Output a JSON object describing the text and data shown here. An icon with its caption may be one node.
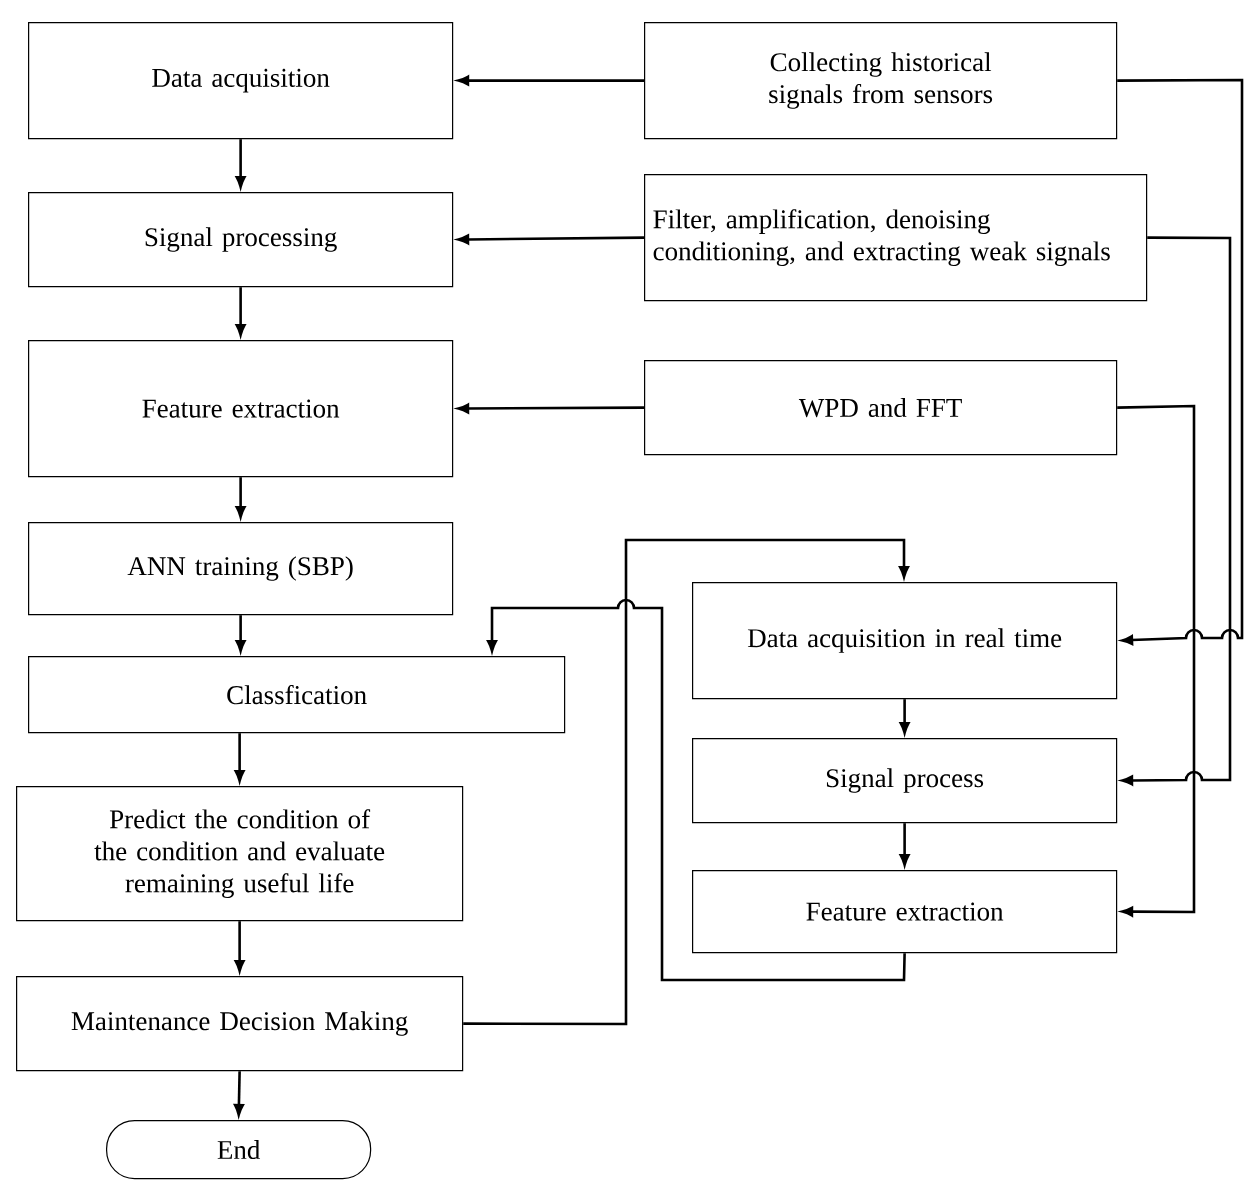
{
  "diagram": {
    "nodes": [
      {
        "text": [
          "Data acquisition"
        ]
      },
      {
        "text": [
          "Collecting historical signals from sensors"
        ]
      },
      {
        "text": [
          "Signal processing"
        ]
      },
      {
        "text": [
          "Filter, amplification, denoising conditioning, and extracting weak signals"
        ]
      },
      {
        "text": [
          "Feature extraction"
        ]
      },
      {
        "text": [
          "WPD and FFT"
        ]
      },
      {
        "text": [
          "ANN training (SBP)"
        ]
      },
      {
        "text": [
          "Data acquisition in real time"
        ]
      },
      {
        "text": [
          "Classfication"
        ]
      },
      {
        "text": [
          "Signal process"
        ]
      },
      {
        "text": [
          "Feature extraction"
        ]
      },
      {
        "text": [
          "Predict the condition of the condition and evaluate remaining useful life"
        ]
      },
      {
        "text": [
          "Maintenance Decision Making"
        ]
      },
      {
        "text": [
          "End"
        ]
      }
    ],
    "edges": [
      {
        "from": 1,
        "to": 0,
        "arrow": "to"
      },
      {
        "from": 0,
        "to": 2,
        "arrow": "to"
      },
      {
        "from": 3,
        "to": 2,
        "arrow": "to"
      },
      {
        "from": 2,
        "to": 4,
        "arrow": "to"
      },
      {
        "from": 5,
        "to": 4,
        "arrow": "to"
      },
      {
        "from": 4,
        "to": 6,
        "arrow": "to"
      },
      {
        "from": 6,
        "to": 8,
        "arrow": "to"
      },
      {
        "from": 1,
        "to": 7,
        "arrow": "to"
      },
      {
        "from": 3,
        "to": 9,
        "arrow": "to"
      },
      {
        "from": 5,
        "to": 10,
        "arrow": "to"
      },
      {
        "from": 7,
        "to": 9,
        "arrow": "to"
      },
      {
        "from": 9,
        "to": 10,
        "arrow": "to"
      },
      {
        "from": 10,
        "to": 8,
        "arrow": "to"
      },
      {
        "from": 8,
        "to": 11,
        "arrow": "to"
      },
      {
        "from": 11,
        "to": 12,
        "arrow": "to"
      },
      {
        "from": 12,
        "to": 7,
        "arrow": "to"
      },
      {
        "from": 12,
        "to": 13,
        "arrow": "to"
      }
    ]
  }
}
